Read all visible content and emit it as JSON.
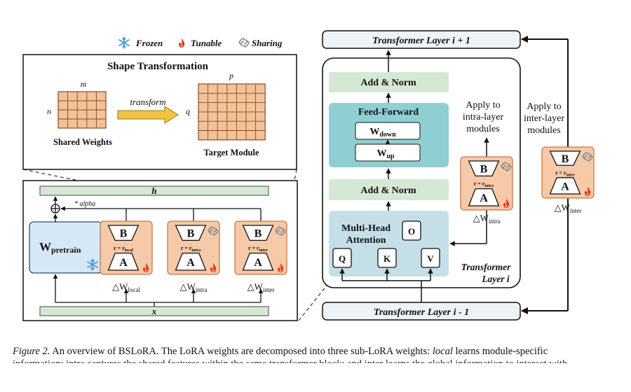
{
  "legend": {
    "frozen": "Frozen",
    "tunable": "Tunable",
    "sharing": "Sharing"
  },
  "shape": {
    "title": "Shape Transformation",
    "m": "m",
    "n": "n",
    "p": "p",
    "q": "q",
    "arrow_label": "transform",
    "shared_caption": "Shared Weights",
    "target_caption": "Target Module"
  },
  "left": {
    "h": "h",
    "x": "x",
    "alpha": "* alpha",
    "pretrain_main": "W",
    "pretrain_sub": "pretrain",
    "loras": [
      {
        "B": "B",
        "A": "A",
        "r_main": "r = r",
        "r_sub": "local",
        "delta_main": "△W",
        "delta_sub": "local",
        "shared": false
      },
      {
        "B": "B",
        "A": "A",
        "r_main": "r = r",
        "r_sub": "intra",
        "delta_main": "△W",
        "delta_sub": "intra",
        "shared": true
      },
      {
        "B": "B",
        "A": "A",
        "r_main": "r = r",
        "r_sub": "inter",
        "delta_main": "△W",
        "delta_sub": "inter",
        "shared": true
      }
    ]
  },
  "right": {
    "layer_top": "Transformer Layer i + 1",
    "layer_bottom": "Transformer Layer i - 1",
    "add_norm": "Add & Norm",
    "ff_title": "Feed-Forward",
    "w_down_main": "W",
    "w_down_sub": "down",
    "w_up_main": "W",
    "w_up_sub": "up",
    "mha_line1": "Multi-Head",
    "mha_line2": "Attention",
    "o": "O",
    "q": "Q",
    "k": "K",
    "v": "V",
    "layer_label_1": "Transformer",
    "layer_label_2": "Layer i",
    "intra_note": [
      "Apply to",
      "intra-layer",
      "modules"
    ],
    "inter_note": [
      "Apply to",
      "inter-layer",
      "modules"
    ],
    "intra_lora": {
      "B": "B",
      "A": "A",
      "r_main": "r = r",
      "r_sub": "intra",
      "delta_main": "△W",
      "delta_sub": "intra"
    },
    "inter_lora": {
      "B": "B",
      "A": "A",
      "r_main": "r = r",
      "r_sub": "inter",
      "delta_main": "△W",
      "delta_sub": "inter"
    }
  },
  "caption": {
    "label": "Figure 2.",
    "text": " An overview of BSLoRA. The LoRA weights are decomposed into three sub-LoRA weights: ",
    "local_word": "local",
    "text2": " learns module-specific",
    "line2": "information; intra captures the shared features within the same transformer block; and inter learns the global information to interact with"
  },
  "colors": {
    "lora_fill": "#f6c9a8",
    "lora_stroke": "#c47a4a",
    "pretrain_fill": "#d6e8f7",
    "green_bar": "#d5e8d4",
    "teal": "#8fcfd4",
    "mha_fill": "#c5dfe9",
    "grid_fill": "#f2c29a",
    "grid_line": "#8a4a22",
    "arrow_fill": "#f3c243",
    "flame": "#e8382a",
    "snow": "#3f9ad6",
    "header_fill": "#eef3f8"
  }
}
